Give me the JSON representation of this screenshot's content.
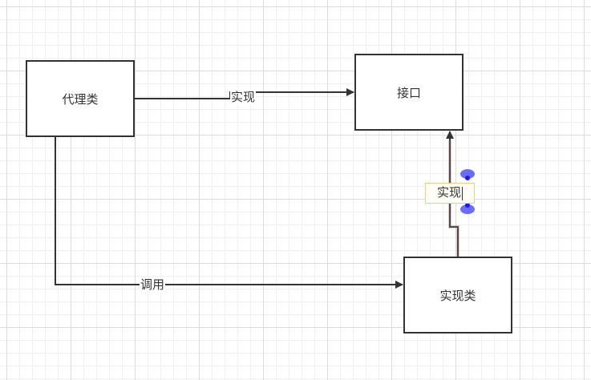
{
  "nodes": [
    {
      "id": "proxy",
      "label": "代理类"
    },
    {
      "id": "interface",
      "label": "接口"
    },
    {
      "id": "impl",
      "label": "实现类"
    }
  ],
  "edges": [
    {
      "id": "proxy-to-interface",
      "from": "proxy",
      "to": "interface",
      "label": "实现"
    },
    {
      "id": "proxy-to-impl",
      "from": "proxy",
      "to": "impl",
      "label": "调用"
    },
    {
      "id": "impl-to-interface",
      "from": "impl",
      "to": "interface",
      "label": "实现",
      "selected": true
    }
  ],
  "colors": {
    "line": "#333333",
    "selected_edge": "#5a3a3a",
    "handle": "#3b3bff",
    "label_border": "#f0d080"
  }
}
